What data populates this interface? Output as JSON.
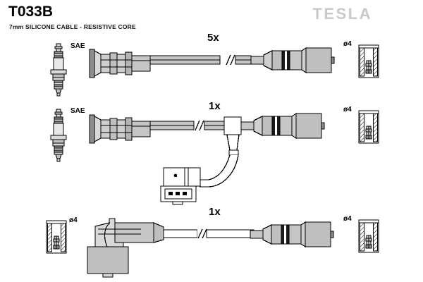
{
  "header": {
    "part_number": "T033B",
    "description": "7mm SILICONE CABLE - RESISTIVE CORE",
    "brand": "TESLA"
  },
  "annotations": {
    "sae_1": "SAE",
    "sae_2": "SAE",
    "dia_row1_right": "ø4",
    "dia_row2_right": "ø4",
    "dia_row3_left": "ø4",
    "dia_row3_right": "ø4"
  },
  "rows": [
    {
      "id": "row-1",
      "quantity_label": "5x",
      "left_end": "spark-plug-boot",
      "right_end": "distributor-cap-terminal",
      "has_break_symbol": true,
      "accessory": "ø4"
    },
    {
      "id": "row-2",
      "quantity_label": "1x",
      "left_end": "spark-plug-boot",
      "right_end": "distributor-cap-terminal",
      "has_break_symbol": true,
      "branch": "3-pin-connector-plug",
      "accessory": "ø4"
    },
    {
      "id": "row-3",
      "quantity_label": "1x",
      "left_end": "right-angle-coil-boot",
      "right_end": "distributor-cap-terminal",
      "has_break_symbol": true,
      "accessory_left": "ø4",
      "accessory_right": "ø4"
    }
  ],
  "colors": {
    "outline": "#000000",
    "body_light": "#d9d9d9",
    "body_mid": "#bfbfbf",
    "body_dark": "#8f8f8f",
    "band_black": "#1a1a1a",
    "brand_gray": "#c9c9c9",
    "page_bg": "#ffffff"
  }
}
